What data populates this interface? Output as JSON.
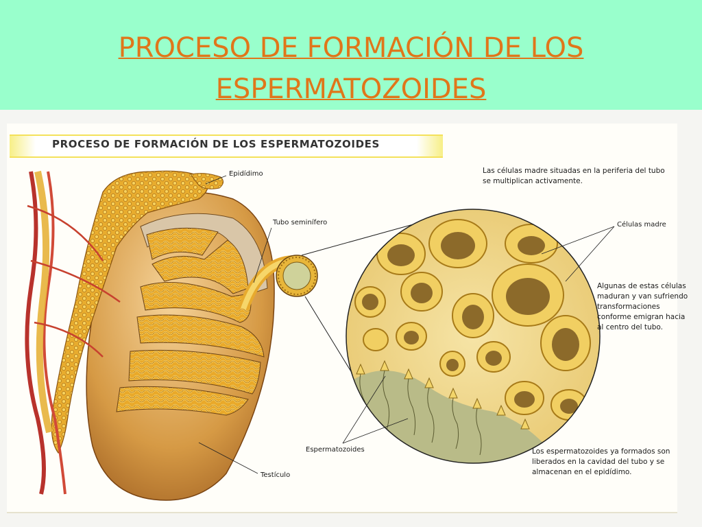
{
  "slide": {
    "title": "PROCESO DE FORMACIÓN DE LOS ESPERMATOZOIDES",
    "banner": "PROCESO DE FORMACIÓN DE LOS ESPERMATOZOIDES"
  },
  "labels": {
    "epididimo": "Epidídimo",
    "tubo_seminifero": "Tubo seminífero",
    "testiculo": "Testículo",
    "espermatozoides": "Espermatozoides",
    "celulas_madre": "Células madre"
  },
  "notes": {
    "stem_cells_note": [
      "Las células madre situadas en la periferia del tubo",
      "se multiplican activamente."
    ],
    "maturation_note": [
      "Algunas de estas células",
      "maduran y van sufriendo",
      "transformaciones",
      "conforme emigran hacia",
      "al centro del tubo."
    ],
    "release_note": [
      "Los espermatozoides ya formados son",
      "liberados en la cavidad del tubo y se",
      "almacenan en el epidídimo."
    ]
  },
  "colors": {
    "title_band": "#99ffcc",
    "title_text": "#e0761a",
    "tubule_yellow": "#f2c23a",
    "vessel_red": "#b8322c",
    "testis_brown": "#c8862e"
  }
}
